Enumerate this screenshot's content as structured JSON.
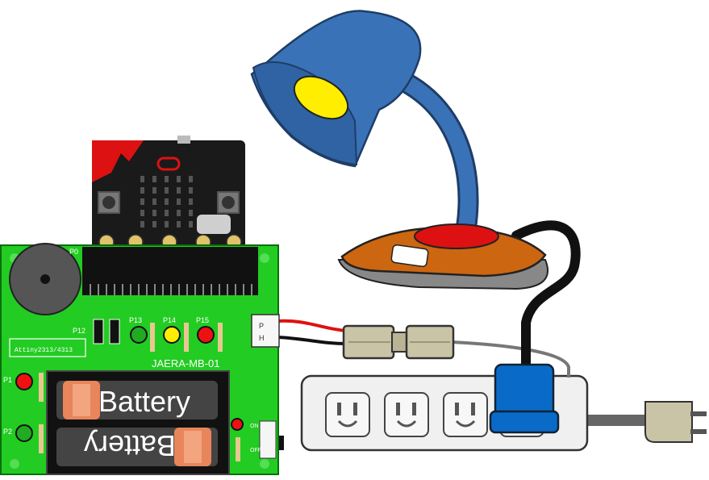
{
  "board": {
    "model_label": "JAERA-MB-01",
    "chip_label": "Attiny2313/4313",
    "pin_labels": [
      "P0",
      "P1",
      "P2",
      "P12",
      "P13",
      "P14",
      "P15"
    ],
    "misc_labels": [
      "ON",
      "OFF"
    ],
    "connector_labels": [
      "P",
      "H"
    ]
  },
  "batteries": [
    {
      "label": "Battery"
    },
    {
      "label": "Battery"
    }
  ],
  "leds": [
    {
      "pin": "P13",
      "color": "#22aa22"
    },
    {
      "pin": "P14",
      "color": "#ffee00"
    },
    {
      "pin": "P15",
      "color": "#ee1111"
    },
    {
      "pin": "P1",
      "color": "#ee1111"
    },
    {
      "pin": "P2",
      "color": "#22aa22"
    }
  ],
  "colors": {
    "pcb": "#22cc22",
    "lamp_blue": "#3a72b8",
    "lamp_bulb": "#ffee00",
    "lamp_base": "#cc6611",
    "lamp_button": "#dd1111",
    "power_strip": "#f0f0f0",
    "plug_blue": "#0a6ac8",
    "plug_beige": "#c9c4a6"
  },
  "icons": [
    "buzzer-icon",
    "microbit-icon",
    "lamp-icon",
    "power-strip-icon",
    "plug-icon",
    "wall-plug-icon"
  ]
}
